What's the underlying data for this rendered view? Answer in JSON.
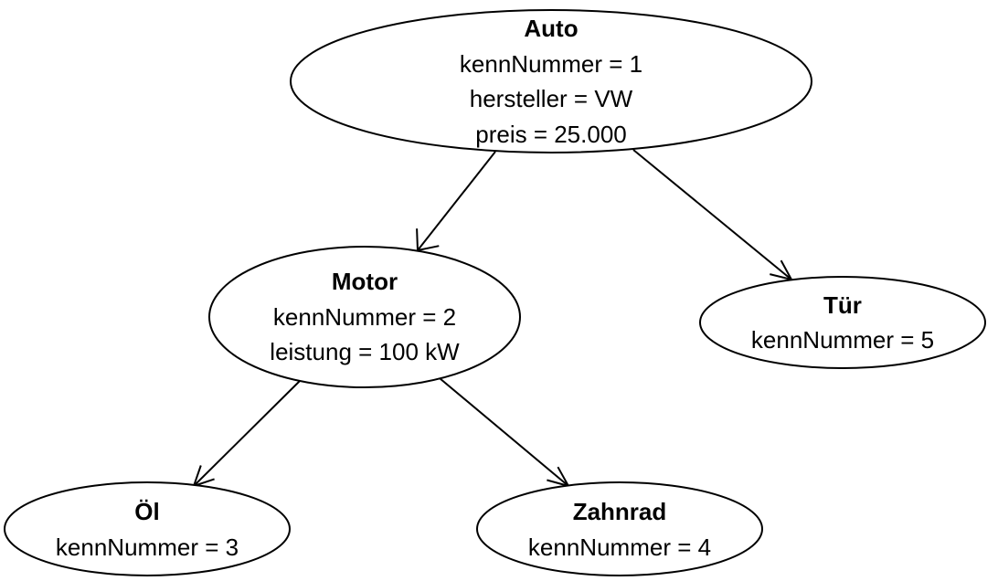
{
  "diagram": {
    "nodes": {
      "auto": {
        "title": "Auto",
        "lines": [
          "kennNummer = 1",
          "hersteller = VW",
          "preis = 25.000"
        ]
      },
      "motor": {
        "title": "Motor",
        "lines": [
          "kennNummer = 2",
          "leistung = 100 kW"
        ]
      },
      "tuer": {
        "title": "Tür",
        "lines": [
          "kennNummer = 5"
        ]
      },
      "oel": {
        "title": "Öl",
        "lines": [
          "kennNummer = 3"
        ]
      },
      "zahnrad": {
        "title": "Zahnrad",
        "lines": [
          "kennNummer = 4"
        ]
      }
    },
    "edges": [
      {
        "from": "Auto",
        "to": "Motor"
      },
      {
        "from": "Auto",
        "to": "Tür"
      },
      {
        "from": "Motor",
        "to": "Öl"
      },
      {
        "from": "Motor",
        "to": "Zahnrad"
      }
    ],
    "stroke_color": "#000000",
    "fill_color": "#ffffff"
  }
}
